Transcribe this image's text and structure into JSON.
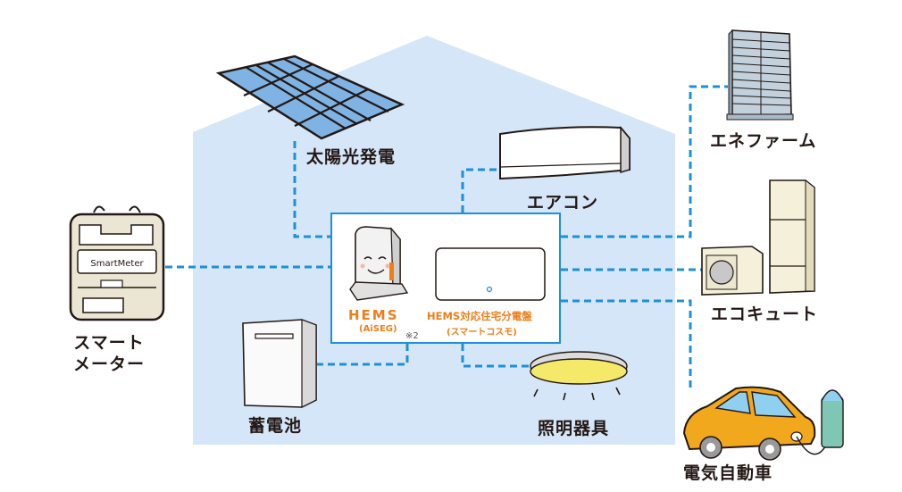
{
  "diagram": {
    "type": "home-energy-network",
    "colors": {
      "house_fill": "#d4e6f8",
      "connector": "#1e90d6",
      "hub_border": "#1e90d6",
      "hems_text": "#ee7e1a",
      "label_text": "#231815"
    },
    "hub": {
      "hems": {
        "name": "HEMS",
        "sub": "(AiSEG)",
        "note": "※2"
      },
      "panel": {
        "name": "HEMS対応住宅分電盤",
        "sub": "(スマートコスモ)"
      }
    },
    "devices": {
      "solar": {
        "label": "太陽光発電",
        "icon": "solar-panel-icon"
      },
      "aircon": {
        "label": "エアコン",
        "icon": "air-conditioner-icon"
      },
      "smart_meter": {
        "label_line1": "スマート",
        "label_line2": "メーター",
        "icon_text": "SmartMeter",
        "icon": "smart-meter-icon"
      },
      "battery": {
        "label": "蓄電池",
        "icon": "battery-icon"
      },
      "lighting": {
        "label": "照明器具",
        "icon": "ceiling-light-icon"
      },
      "enefarm": {
        "label": "エネファーム",
        "icon": "fuel-cell-icon"
      },
      "ecocute": {
        "label": "エコキュート",
        "icon": "heat-pump-water-heater-icon"
      },
      "ev": {
        "label": "電気自動車",
        "icon": "electric-car-icon"
      }
    }
  }
}
